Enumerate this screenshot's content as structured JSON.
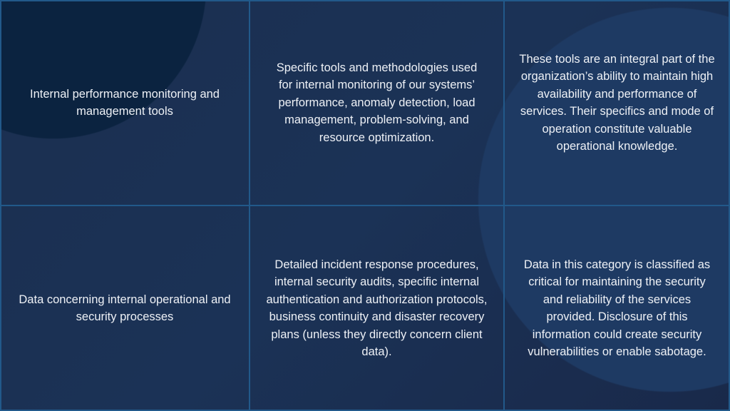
{
  "table": {
    "rows": [
      {
        "category": "Internal performance monitoring and management tools",
        "description": "Specific tools and methodologies used for internal monitoring of our systems’ performance, anomaly detection, load management, problem-solving, and resource optimization.",
        "justification": "These tools are an integral part of the organization’s ability to maintain high availability and performance of services. Their specifics and mode of operation constitute valuable operational knowledge."
      },
      {
        "category": "Data concerning internal operational and security processes",
        "description": "Detailed incident response procedures, internal security audits, specific internal authentication and authorization protocols, business continuity and disaster recovery plans (unless they directly concern client data).",
        "justification": "Data in this category is classified as critical for maintaining the security and reliability of the services provided. Disclosure of this information could create security vulnerabilities or enable sabotage."
      }
    ]
  }
}
